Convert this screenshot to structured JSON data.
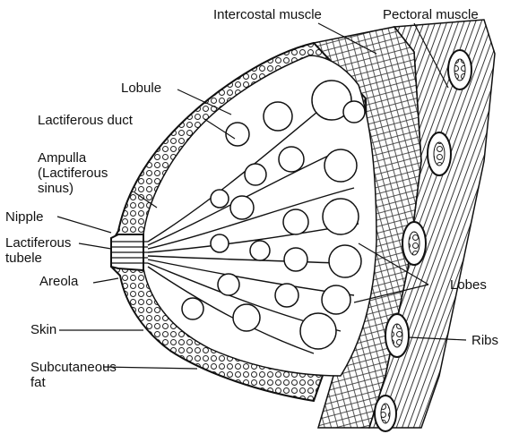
{
  "labels": {
    "intercostal_muscle": "Intercostal muscle",
    "pectoral_muscle": "Pectoral muscle",
    "lobule": "Lobule",
    "lactiferous_duct": "Lactiferous duct",
    "ampulla_line1": "Ampulla",
    "ampulla_line2": "(Lactiferous",
    "ampulla_line3": "sinus)",
    "nipple": "Nipple",
    "lactiferous_tubule_line1": "Lactiferous",
    "lactiferous_tubule_line2": "tubele",
    "areola": "Areola",
    "skin": "Skin",
    "subcutaneous_fat_line1": "Subcutaneous",
    "subcutaneous_fat_line2": "fat",
    "lobes": "Lobes",
    "ribs": "Ribs"
  },
  "colors": {
    "ink": "#111111",
    "background": "#ffffff"
  }
}
